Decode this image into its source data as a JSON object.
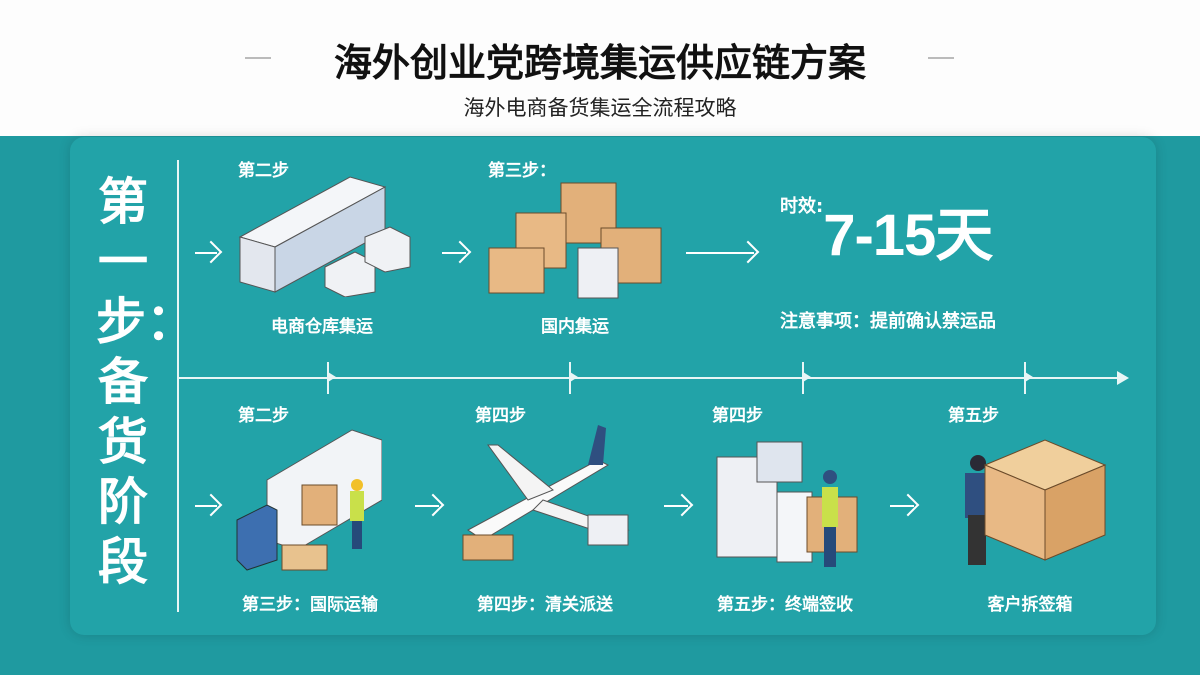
{
  "header": {
    "title": "海外创业党跨境集运供应链方案",
    "subtitle": "海外电商备货集运全流程攻略"
  },
  "stage_label": "第一步：备货阶段",
  "top_row": [
    {
      "step": "第二步",
      "caption": "电商仓库集运",
      "icon": "warehouse-icon"
    },
    {
      "step": "第三步：",
      "caption": "国内集运",
      "icon": "boxes-icon"
    }
  ],
  "timing": {
    "label": "时效:",
    "value": "7-15天"
  },
  "note": "注意事项：提前确认禁运品",
  "bottom_row": [
    {
      "step": "第二步",
      "caption": "第三步：国际运输",
      "icon": "truck-icon"
    },
    {
      "step": "第四步",
      "caption": "第四步：清关派送",
      "icon": "airplane-icon"
    },
    {
      "step": "第四步",
      "caption": "第五步：终端签收",
      "icon": "terminal-icon"
    },
    {
      "step": "第五步",
      "caption": "客户拆签箱",
      "icon": "customer-box-icon"
    }
  ],
  "colors": {
    "teal": "#1f9aa0",
    "panel": "#22a3a8",
    "box": "#e2b07a"
  }
}
